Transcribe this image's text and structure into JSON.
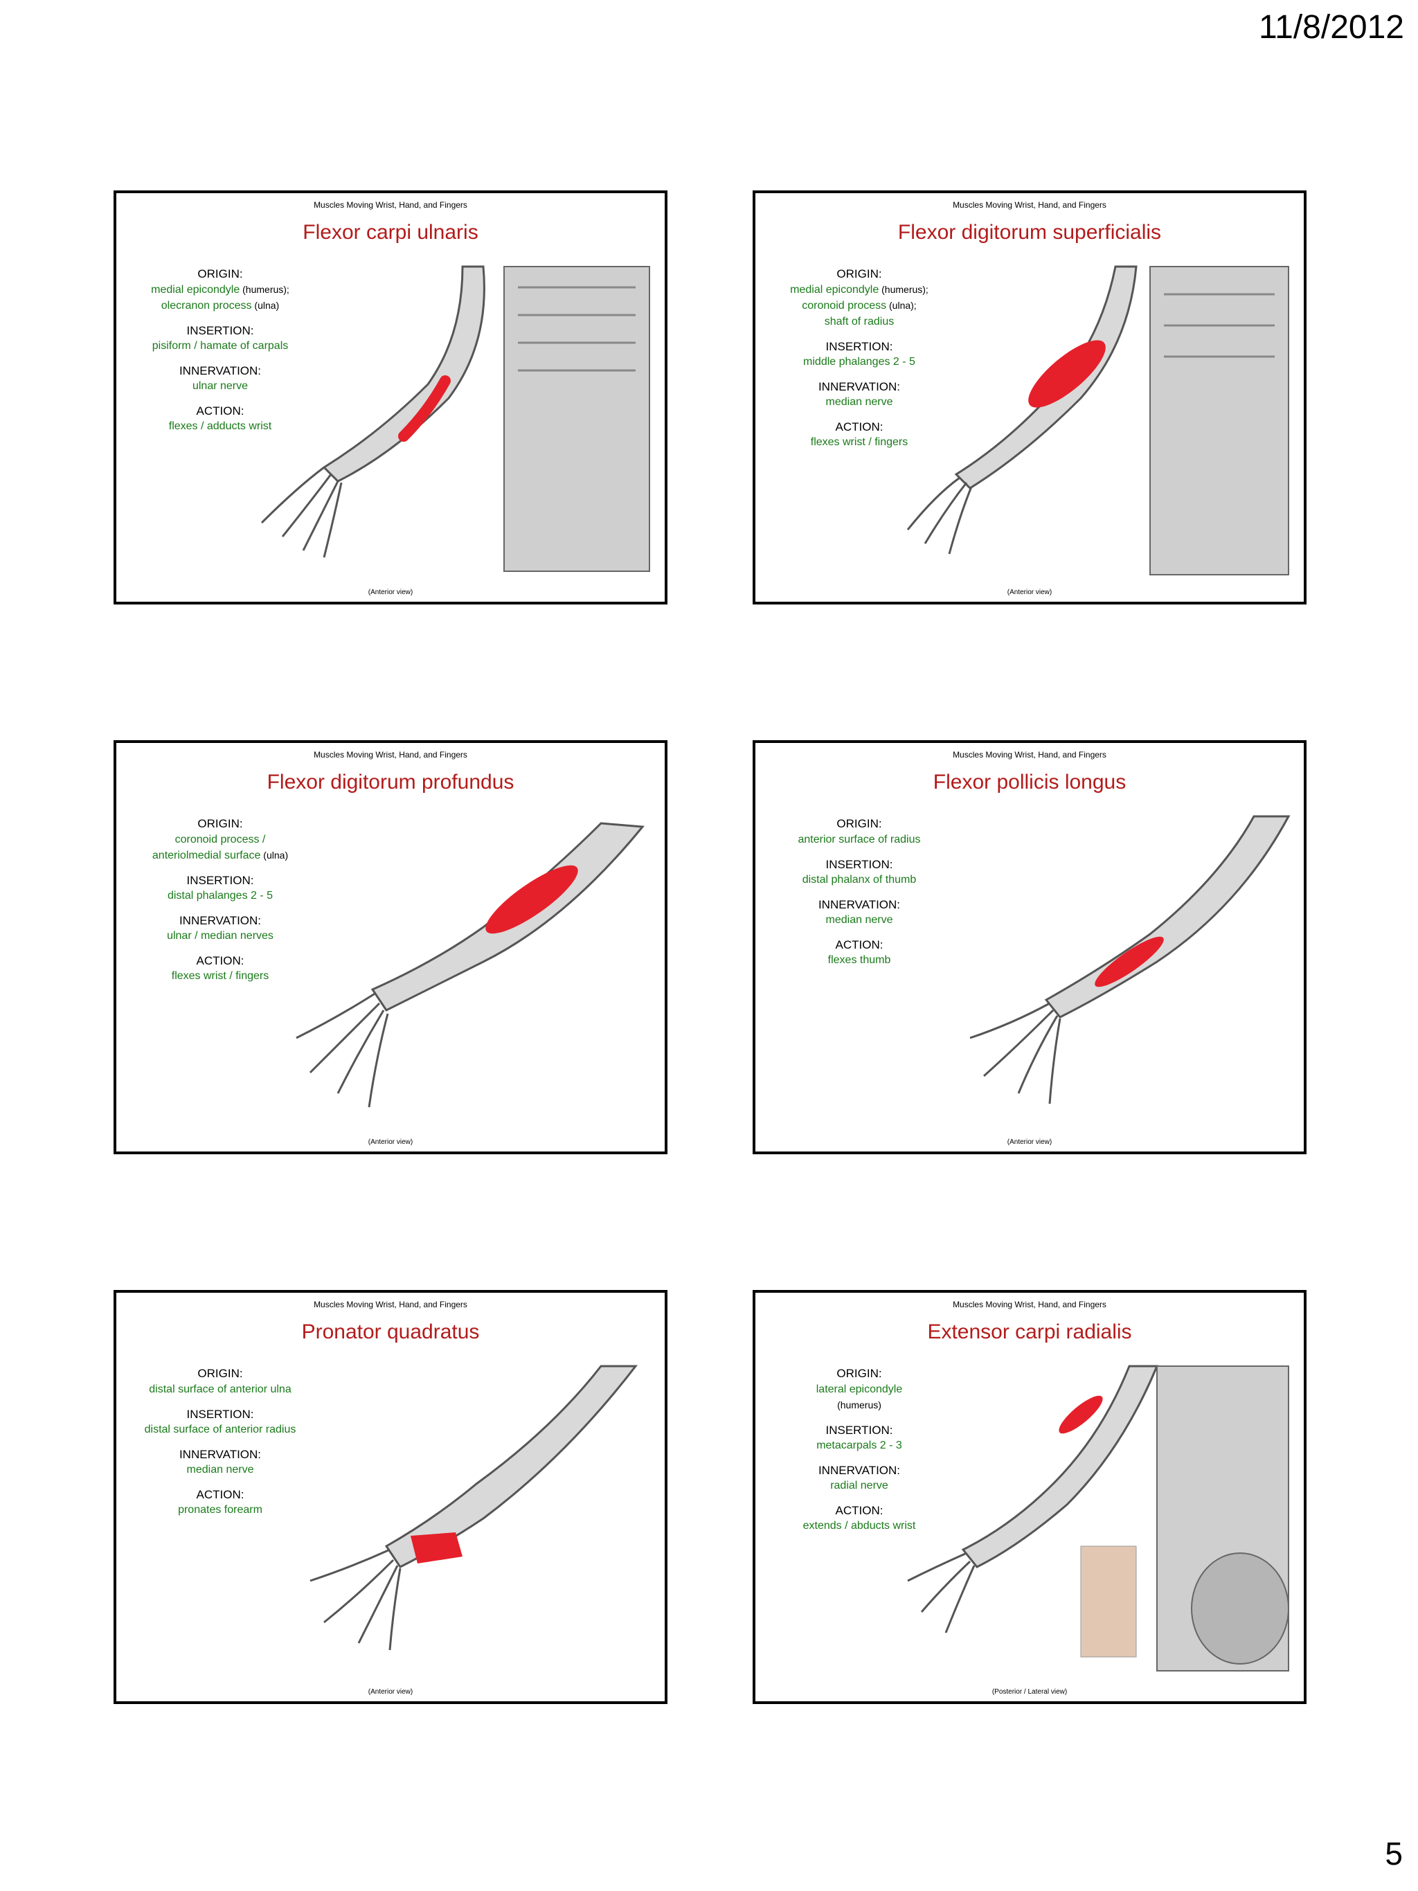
{
  "page": {
    "date": "11/8/2012",
    "number": "5"
  },
  "slides": [
    {
      "header": "Muscles Moving Wrist, Hand, and Fingers",
      "title": "Flexor carpi ulnaris",
      "origin_label": "ORIGIN:",
      "origin_lines": [
        {
          "text": "medial epicondyle",
          "note": " (humerus);"
        },
        {
          "text": "olecranon process",
          "note": " (ulna)"
        }
      ],
      "insertion_label": "INSERTION:",
      "insertion": "pisiform / hamate of carpals",
      "innervation_label": "INNERVATION:",
      "innervation": "ulnar nerve",
      "action_label": "ACTION:",
      "action": "flexes / adducts wrist",
      "footer": "(Anterior view)"
    },
    {
      "header": "Muscles Moving Wrist, Hand, and Fingers",
      "title": "Flexor digitorum superficialis",
      "origin_label": "ORIGIN:",
      "origin_lines": [
        {
          "text": "medial epicondyle",
          "note": " (humerus);"
        },
        {
          "text": "coronoid process",
          "note": " (ulna);"
        },
        {
          "text": "shaft of radius",
          "note": ""
        }
      ],
      "insertion_label": "INSERTION:",
      "insertion": "middle phalanges 2 - 5",
      "innervation_label": "INNERVATION:",
      "innervation": "median nerve",
      "action_label": "ACTION:",
      "action": "flexes wrist / fingers",
      "footer": "(Anterior view)"
    },
    {
      "header": "Muscles Moving Wrist, Hand, and Fingers",
      "title": "Flexor digitorum profundus",
      "origin_label": "ORIGIN:",
      "origin_lines": [
        {
          "text": "coronoid process /",
          "note": ""
        },
        {
          "text": "anteriolmedial surface",
          "note": " (ulna)"
        }
      ],
      "insertion_label": "INSERTION:",
      "insertion": "distal phalanges 2 - 5",
      "innervation_label": "INNERVATION:",
      "innervation": "ulnar / median nerves",
      "action_label": "ACTION:",
      "action": "flexes wrist / fingers",
      "footer": "(Anterior view)"
    },
    {
      "header": "Muscles Moving Wrist, Hand, and Fingers",
      "title": "Flexor pollicis longus",
      "origin_label": "ORIGIN:",
      "origin_lines": [
        {
          "text": "anterior surface of radius",
          "note": ""
        }
      ],
      "insertion_label": "INSERTION:",
      "insertion": "distal phalanx of thumb",
      "innervation_label": "INNERVATION:",
      "innervation": "median nerve",
      "action_label": "ACTION:",
      "action": "flexes thumb",
      "footer": "(Anterior view)"
    },
    {
      "header": "Muscles Moving Wrist, Hand, and Fingers",
      "title": "Pronator quadratus",
      "origin_label": "ORIGIN:",
      "origin_lines": [
        {
          "text": "distal surface of anterior ulna",
          "note": ""
        }
      ],
      "insertion_label": "INSERTION:",
      "insertion": "distal surface of anterior radius",
      "innervation_label": "INNERVATION:",
      "innervation": "median nerve",
      "action_label": "ACTION:",
      "action": "pronates forearm",
      "footer": "(Anterior view)"
    },
    {
      "header": "Muscles Moving Wrist, Hand, and Fingers",
      "title": "Extensor carpi radialis",
      "origin_label": "ORIGIN:",
      "origin_lines": [
        {
          "text": "lateral epicondyle",
          "note": ""
        },
        {
          "text": "",
          "note": "(humerus)"
        }
      ],
      "insertion_label": "INSERTION:",
      "insertion": "metacarpals 2 - 3",
      "innervation_label": "INNERVATION:",
      "innervation": "radial nerve",
      "action_label": "ACTION:",
      "action": "extends / abducts wrist",
      "footer": "(Posterior / Lateral view)"
    }
  ]
}
